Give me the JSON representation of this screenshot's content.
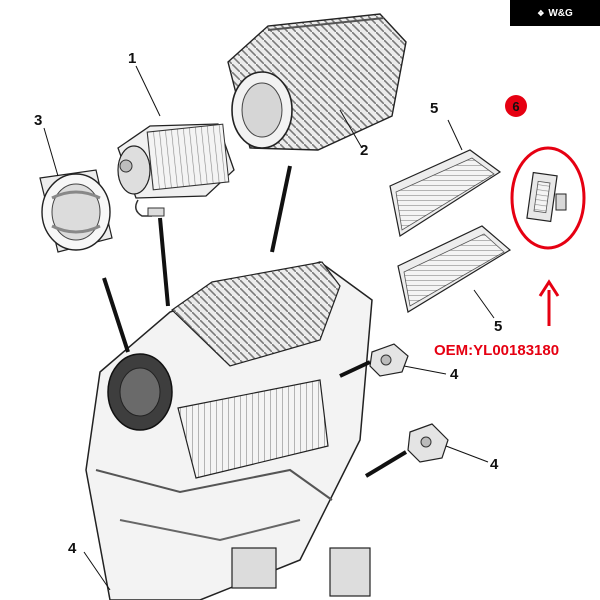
{
  "brand": {
    "text": "W&G",
    "logo_icon": "wings-logo-icon"
  },
  "callouts": {
    "c1": "1",
    "c2": "2",
    "c3": "3",
    "c4a": "4",
    "c4b": "4",
    "c4c": "4",
    "c5a": "5",
    "c5b": "5",
    "c6": "6"
  },
  "oem": {
    "text": "OEM:YL00183180"
  },
  "colors": {
    "highlight": "#e60012",
    "line": "#111111",
    "part_fill": "#f2f2f2",
    "shade": "#9a9a9a"
  }
}
